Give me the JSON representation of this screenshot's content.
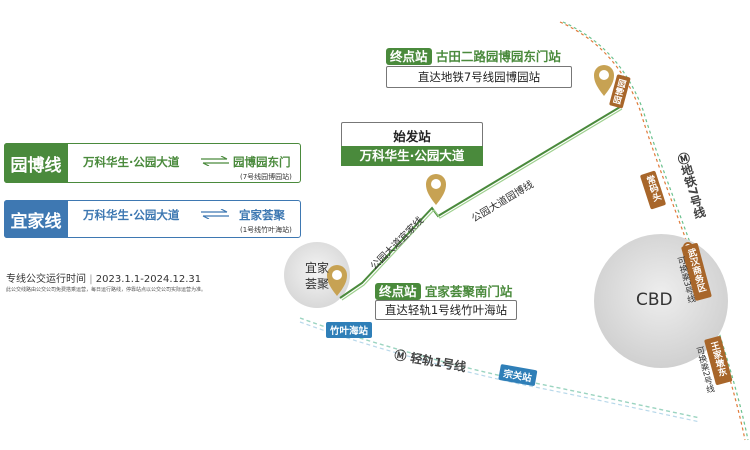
{
  "legend": {
    "yuanbo": {
      "tag": "园博线",
      "from": "万科华生·公园大道",
      "to": "园博园东门",
      "note": "(7号线园博园站)",
      "color": "#4a8a3c"
    },
    "yijia": {
      "tag": "宜家线",
      "from": "万科华生·公园大道",
      "to": "宜家荟聚",
      "note": "(1号线竹叶海站)",
      "color": "#3e78b2"
    },
    "period_label": "专线公交运行时间",
    "period_value": "2023.1.1-2024.12.31",
    "disclaimer": "此公交线路由公交公司免费搭乘运营，每日运行路线，停靠站点以公交公司实际运营为准。"
  },
  "map": {
    "terminal": {
      "badge": "终点站",
      "name": "古田二路园博园东门站",
      "sub": "直达地铁7号线园博园站"
    },
    "origin": {
      "badge": "始发站",
      "name": "万科华生·公园大道"
    },
    "yijia_stop": {
      "badge": "终点站",
      "name": "宜家荟聚南门站",
      "sub": "直达轻轨1号线竹叶海站"
    },
    "yijia_circle": "宜家\n荟聚",
    "cbd_circle": "CBD",
    "road_yuanbo": "公园大道园博线",
    "road_yijia": "公园大道宜家线",
    "metro7": {
      "line": "地铁7号线",
      "stations": [
        "园博园",
        "常码头",
        "武汉商务区",
        "王家墩东"
      ]
    },
    "metro7_transfer1": "可换乘3号线",
    "metro7_transfer2": "可换乘2号线",
    "metro1": {
      "line": "轻轨1号线",
      "stations": [
        "竹叶海站",
        "宗关站"
      ]
    },
    "colors": {
      "green": "#4a8a3c",
      "brown": "#a8662a",
      "blue": "#2f7fb8",
      "metro_green": "#58c08a"
    }
  }
}
